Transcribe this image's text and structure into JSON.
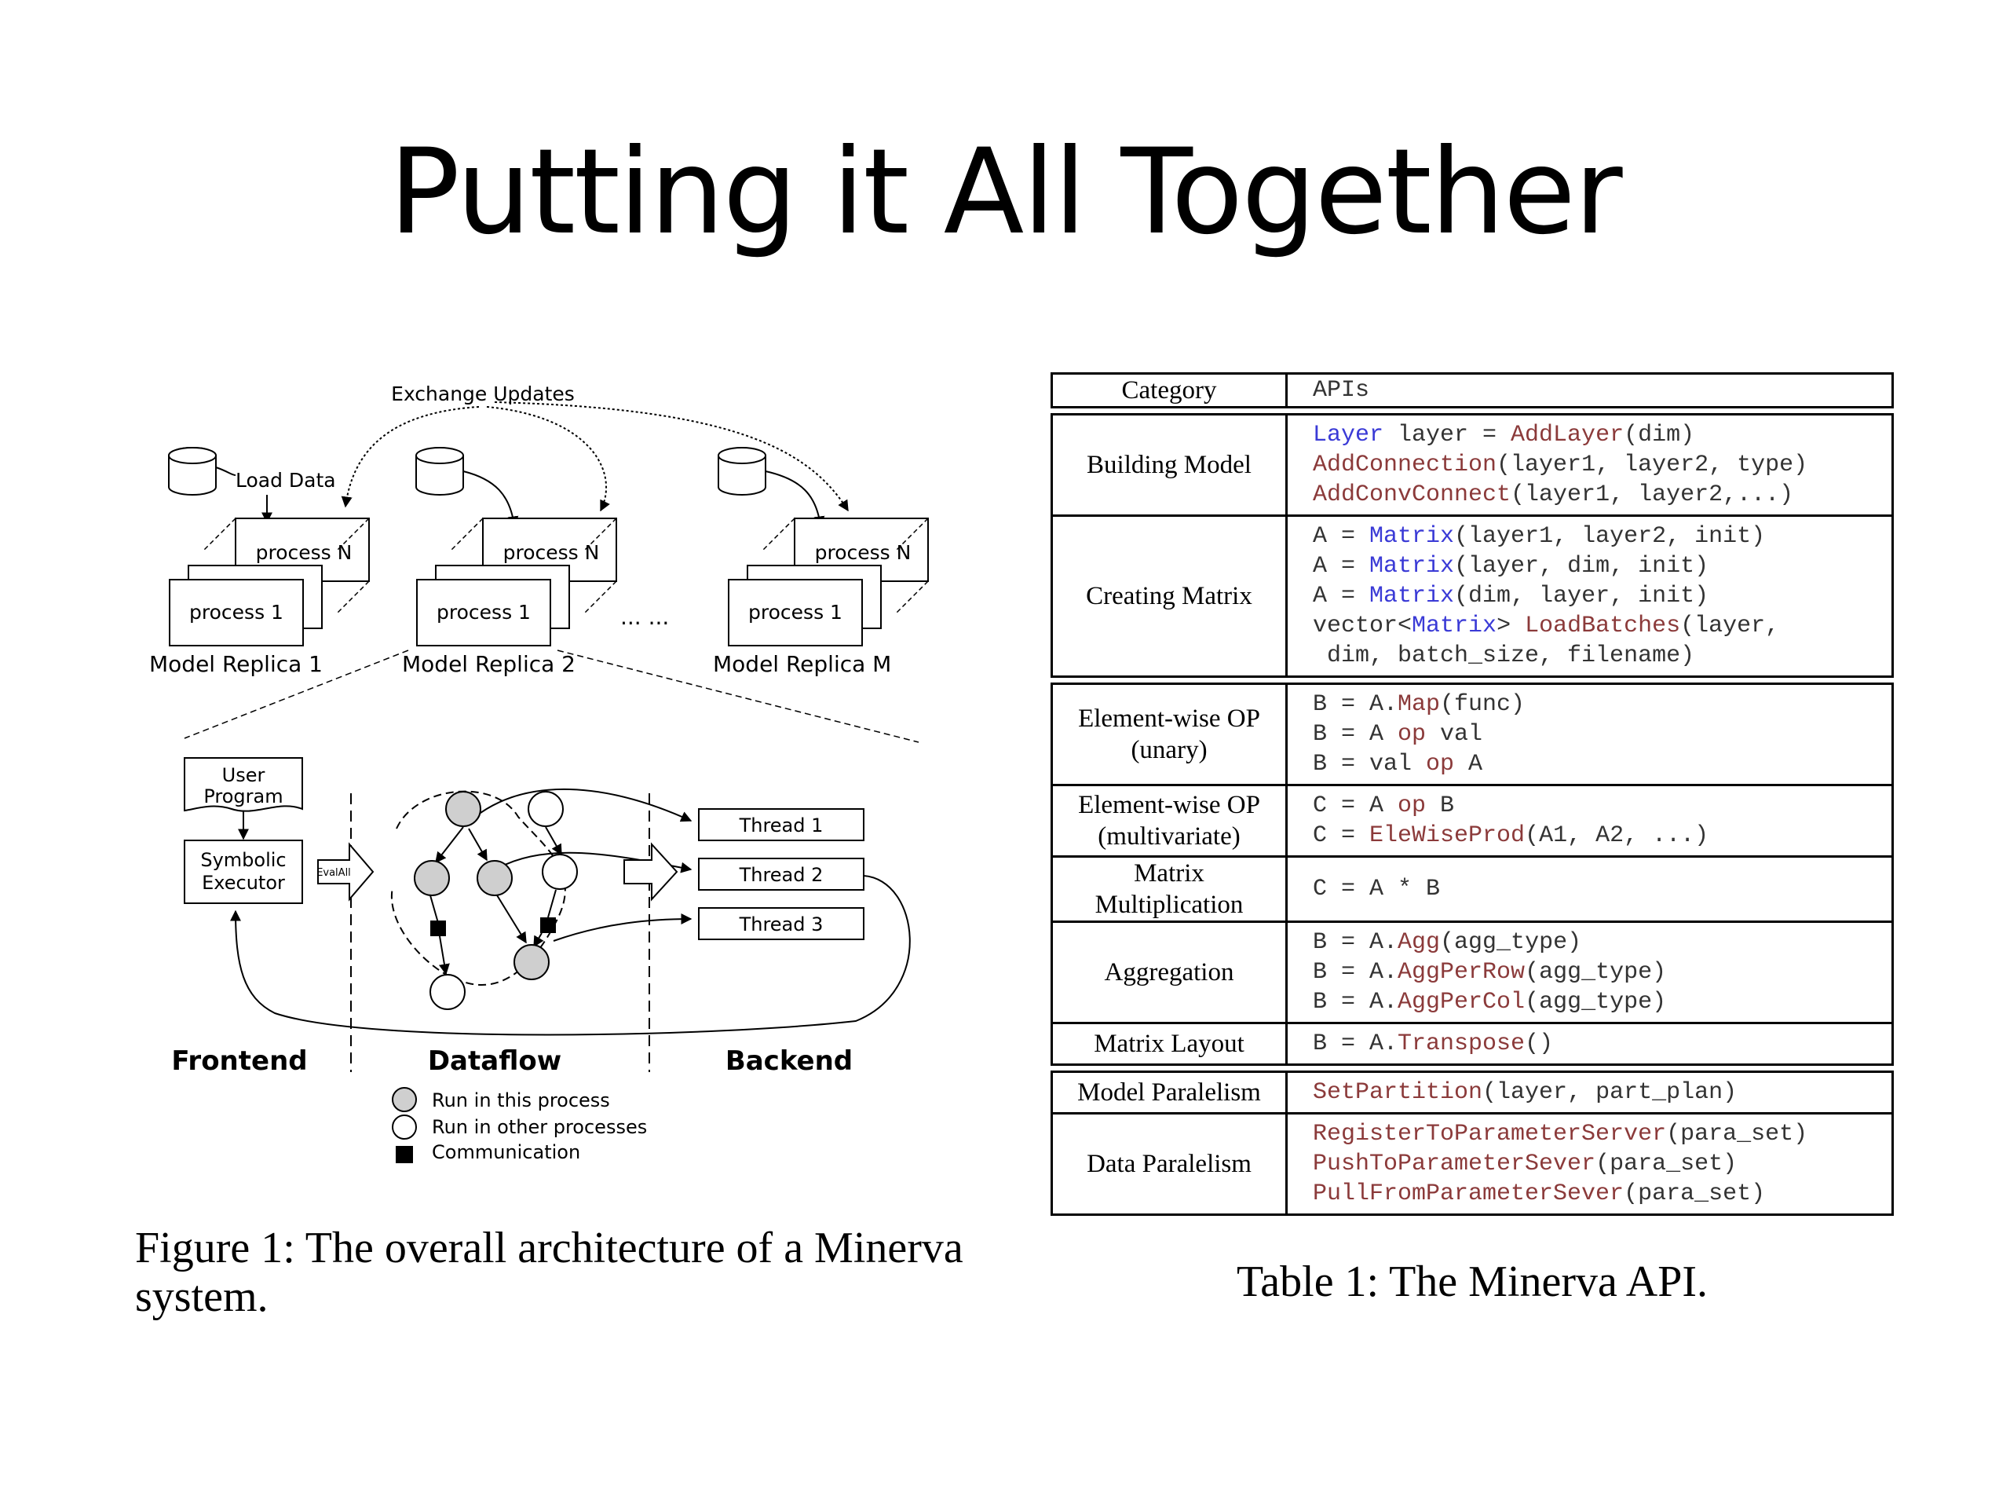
{
  "slide": {
    "title": "Putting it All Together"
  },
  "figure": {
    "exchange_label": "Exchange Updates",
    "load_data_label": "Load Data",
    "process_n_label": "process N",
    "process_1_label": "process 1",
    "ellipsis": "... ...",
    "replicas": [
      "Model Replica 1",
      "Model Replica 2",
      "Model Replica M"
    ],
    "user_program": [
      "User",
      "Program"
    ],
    "symbolic_executor": [
      "Symbolic",
      "Executor"
    ],
    "evalall_label": "EvalAll",
    "threads": [
      "Thread 1",
      "Thread 2",
      "Thread 3"
    ],
    "sections": [
      "Frontend",
      "Dataflow",
      "Backend"
    ],
    "legend": [
      "Run in this process",
      "Run in other processes",
      "Communication"
    ],
    "caption": "Figure 1: The overall architecture of a Minerva system."
  },
  "table": {
    "header": {
      "category": "Category",
      "apis": "APIs"
    },
    "groups": [
      [
        {
          "category": [
            "Building Model"
          ],
          "apis": [
            [
              {
                "t": "Layer",
                "c": "ty"
              },
              {
                "t": " layer = ",
                "c": ""
              },
              {
                "t": "AddLayer",
                "c": "fn"
              },
              {
                "t": "(dim)",
                "c": ""
              }
            ],
            [
              {
                "t": "AddConnection",
                "c": "fn"
              },
              {
                "t": "(layer1, layer2, type)",
                "c": ""
              }
            ],
            [
              {
                "t": "AddConvConnect",
                "c": "fn"
              },
              {
                "t": "(layer1, layer2,...)",
                "c": ""
              }
            ]
          ]
        },
        {
          "category": [
            "Creating Matrix"
          ],
          "apis": [
            [
              {
                "t": "A = ",
                "c": ""
              },
              {
                "t": "Matrix",
                "c": "ty"
              },
              {
                "t": "(layer1, layer2, init)",
                "c": ""
              }
            ],
            [
              {
                "t": "A = ",
                "c": ""
              },
              {
                "t": "Matrix",
                "c": "ty"
              },
              {
                "t": "(layer, dim, init)",
                "c": ""
              }
            ],
            [
              {
                "t": "A = ",
                "c": ""
              },
              {
                "t": "Matrix",
                "c": "ty"
              },
              {
                "t": "(dim, layer, init)",
                "c": ""
              }
            ],
            [
              {
                "t": "vector<",
                "c": ""
              },
              {
                "t": "Matrix",
                "c": "ty"
              },
              {
                "t": "> ",
                "c": ""
              },
              {
                "t": "LoadBatches",
                "c": "fn"
              },
              {
                "t": "(layer,",
                "c": ""
              }
            ],
            [
              {
                "t": " dim, batch_size, filename)",
                "c": ""
              }
            ]
          ]
        }
      ],
      [
        {
          "category": [
            "Element-wise OP",
            "(unary)"
          ],
          "apis": [
            [
              {
                "t": "B = A.",
                "c": ""
              },
              {
                "t": "Map",
                "c": "fn"
              },
              {
                "t": "(func)",
                "c": ""
              }
            ],
            [
              {
                "t": "B = A ",
                "c": ""
              },
              {
                "t": "op",
                "c": "fn"
              },
              {
                "t": " val",
                "c": ""
              }
            ],
            [
              {
                "t": "B = val ",
                "c": ""
              },
              {
                "t": "op",
                "c": "fn"
              },
              {
                "t": " A",
                "c": ""
              }
            ]
          ]
        },
        {
          "category": [
            "Element-wise OP",
            "(multivariate)"
          ],
          "apis": [
            [
              {
                "t": "C = A ",
                "c": ""
              },
              {
                "t": "op",
                "c": "fn"
              },
              {
                "t": " B",
                "c": ""
              }
            ],
            [
              {
                "t": "C = ",
                "c": ""
              },
              {
                "t": "EleWiseProd",
                "c": "fn"
              },
              {
                "t": "(A1, A2, ...)",
                "c": ""
              }
            ]
          ]
        },
        {
          "category": [
            "Matrix",
            "Multiplication"
          ],
          "apis": [
            [
              {
                "t": "C = A * B",
                "c": ""
              }
            ]
          ]
        },
        {
          "category": [
            "Aggregation"
          ],
          "apis": [
            [
              {
                "t": "B = A.",
                "c": ""
              },
              {
                "t": "Agg",
                "c": "fn"
              },
              {
                "t": "(agg_type)",
                "c": ""
              }
            ],
            [
              {
                "t": "B = A.",
                "c": ""
              },
              {
                "t": "AggPerRow",
                "c": "fn"
              },
              {
                "t": "(agg_type)",
                "c": ""
              }
            ],
            [
              {
                "t": "B = A.",
                "c": ""
              },
              {
                "t": "AggPerCol",
                "c": "fn"
              },
              {
                "t": "(agg_type)",
                "c": ""
              }
            ]
          ]
        },
        {
          "category": [
            "Matrix Layout"
          ],
          "apis": [
            [
              {
                "t": "B = A.",
                "c": ""
              },
              {
                "t": "Transpose",
                "c": "fn"
              },
              {
                "t": "()",
                "c": ""
              }
            ]
          ]
        }
      ],
      [
        {
          "category": [
            "Model Paralelism"
          ],
          "apis": [
            [
              {
                "t": "SetPartition",
                "c": "fn"
              },
              {
                "t": "(layer, part_plan)",
                "c": ""
              }
            ]
          ]
        },
        {
          "category": [
            "Data Paralelism"
          ],
          "apis": [
            [
              {
                "t": "RegisterToParameterServer",
                "c": "fn"
              },
              {
                "t": "(para_set)",
                "c": ""
              }
            ],
            [
              {
                "t": "PushToParameterSever",
                "c": "fn"
              },
              {
                "t": "(para_set)",
                "c": ""
              }
            ],
            [
              {
                "t": "PullFromParameterSever",
                "c": "fn"
              },
              {
                "t": "(para_set)",
                "c": ""
              }
            ]
          ]
        }
      ]
    ],
    "caption": "Table 1: The Minerva API."
  }
}
